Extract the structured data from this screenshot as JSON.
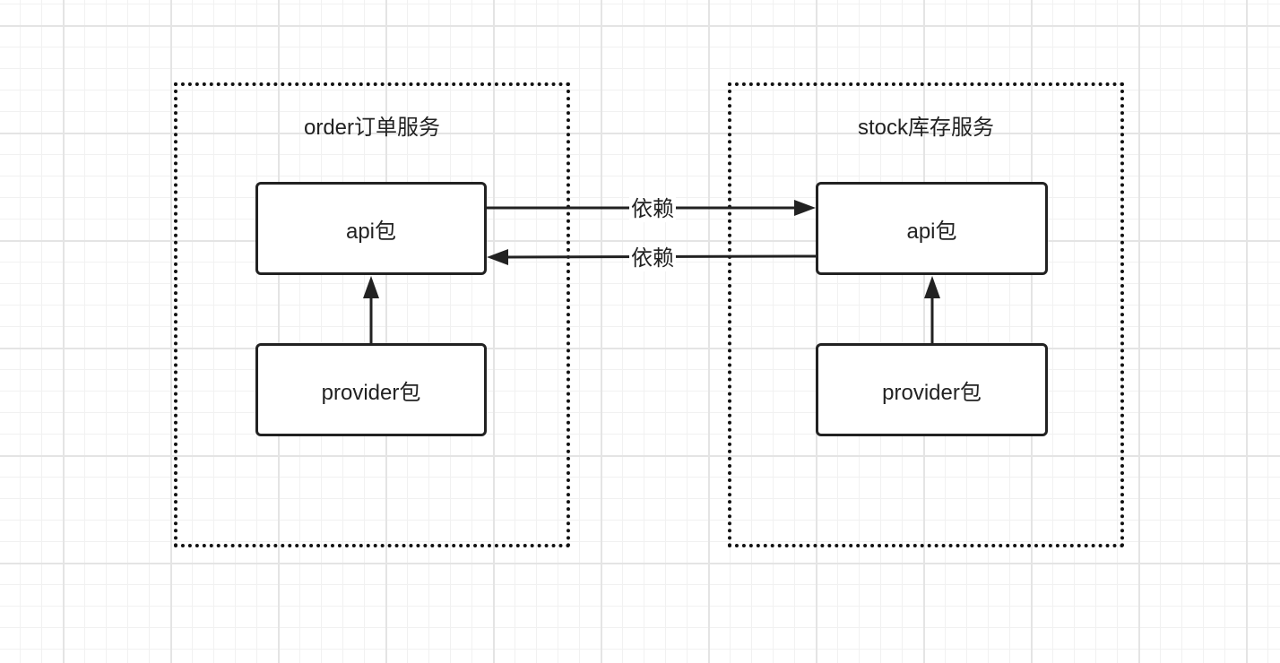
{
  "groups": {
    "order": {
      "title": "order订单服务"
    },
    "stock": {
      "title": "stock库存服务"
    }
  },
  "nodes": {
    "order_api": "api包",
    "order_provider": "provider包",
    "stock_api": "api包",
    "stock_provider": "provider包"
  },
  "edges": {
    "order_to_stock": "依赖",
    "stock_to_order": "依赖"
  },
  "colors": {
    "stroke": "#222222",
    "grid": "#e4e4e4",
    "background": "#ffffff"
  }
}
